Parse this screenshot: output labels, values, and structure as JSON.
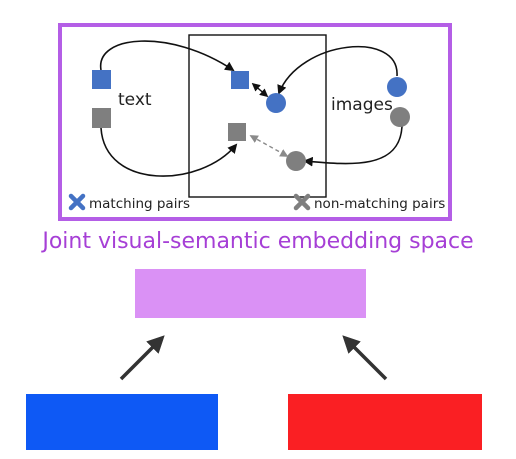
{
  "diagram": {
    "title": "Joint visual-semantic embedding space",
    "text_label": "text",
    "images_label": "images",
    "legend": {
      "matching": "matching pairs",
      "non_matching": "non-matching pairs"
    }
  },
  "colors": {
    "frame": "#b45ee6",
    "title": "#a63fd6",
    "embedding_box": "#da91f5",
    "text_encoder": "#0e59f5",
    "image_encoder": "#fa1f23",
    "match_marker": "#4472c4",
    "nonmatch_marker": "#7f7f7f"
  }
}
